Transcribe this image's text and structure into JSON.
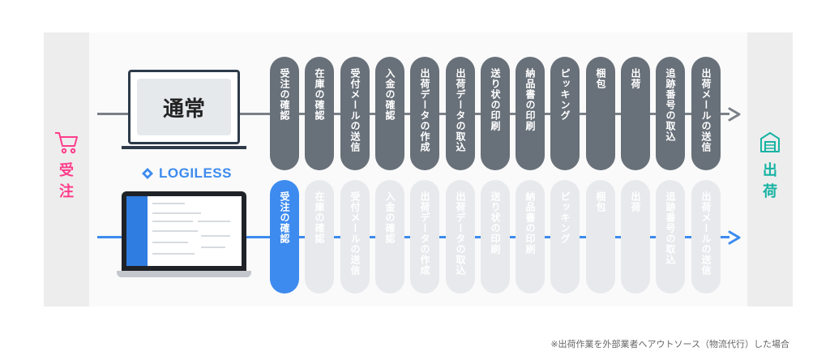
{
  "left_label": [
    "受",
    "注"
  ],
  "right_label": [
    "出",
    "荷"
  ],
  "normal": {
    "label": "通常",
    "steps": [
      "受注の確認",
      "在庫の確認",
      "受付メールの送信",
      "入金の確認",
      "出荷データの作成",
      "出荷データの取込",
      "送り状の印刷",
      "納品書の印刷",
      "ピッキング",
      "梱包",
      "出荷",
      "追跡番号の取込",
      "出荷メールの送信"
    ]
  },
  "logiless": {
    "brand": "LOGILESS",
    "steps": [
      "受注の確認",
      "在庫の確認",
      "受付メールの送信",
      "入金の確認",
      "出荷データの作成",
      "出荷データの取込",
      "送り状の印刷",
      "納品書の印刷",
      "ピッキング",
      "梱包",
      "出荷",
      "追跡番号の取込",
      "出荷メールの送信"
    ],
    "active_count": 1
  },
  "footnote": "※出荷作業を外部業者へアウトソース（物流代行）した場合",
  "colors": {
    "pink": "#ff3d8b",
    "teal": "#17b3a3",
    "gray_step": "#687079",
    "blue": "#3d8bef",
    "faded": "#e7e9ec"
  }
}
